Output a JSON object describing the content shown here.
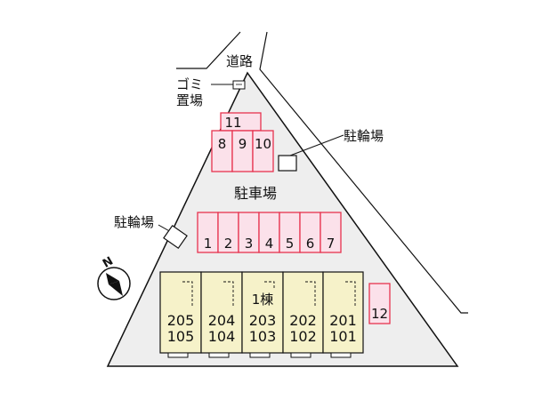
{
  "labels": {
    "road": "道路",
    "garbage_line1": "ゴミ",
    "garbage_line2": "置場",
    "bicycle_right": "駐輪場",
    "bicycle_left": "駐輪場",
    "parking": "駐車場",
    "building": "1棟",
    "compass": "N"
  },
  "parking_top": [
    "8",
    "9",
    "10"
  ],
  "parking_top_extra": "11",
  "parking_row": [
    "1",
    "2",
    "3",
    "4",
    "5",
    "6",
    "7"
  ],
  "parking_side": "12",
  "units": [
    {
      "upper": "205",
      "lower": "105"
    },
    {
      "upper": "204",
      "lower": "104"
    },
    {
      "upper": "203",
      "lower": "103"
    },
    {
      "upper": "202",
      "lower": "102"
    },
    {
      "upper": "201",
      "lower": "101"
    }
  ],
  "colors": {
    "lot": "#eeeeee",
    "parking_fill": "#fbe1ea",
    "parking_stroke": "#e6324f",
    "building_fill": "#f6f2c9",
    "outline": "#111111"
  }
}
